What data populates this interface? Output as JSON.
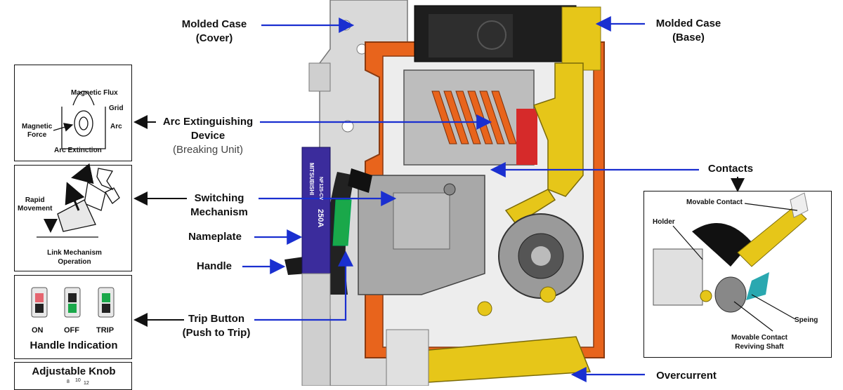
{
  "labels": {
    "molded_case_cover": [
      "Molded Case",
      "(Cover)"
    ],
    "molded_case_base": [
      "Molded Case",
      "(Base)"
    ],
    "arc_device": [
      "Arc Extinguishing",
      "Device",
      "(Breaking Unit)"
    ],
    "contacts": "Contacts",
    "switching": [
      "Switching",
      "Mechanism"
    ],
    "nameplate": "Nameplate",
    "handle": "Handle",
    "trip_button": [
      "Trip Button",
      "(Push to Trip)"
    ],
    "overcurrent": "Overcurrent"
  },
  "arc_inset": {
    "magnetic_flux": "Magnetic Flux",
    "grid": "Grid",
    "magnetic_force": [
      "Magnetic",
      "Force"
    ],
    "arc": "Arc",
    "title": "Arc Extinction"
  },
  "link_inset": {
    "rapid_movement": [
      "Rapid",
      "Movement"
    ],
    "title": [
      "Link Mechanism",
      "Operation"
    ]
  },
  "handle_inset": {
    "states": [
      "ON",
      "OFF",
      "TRIP"
    ],
    "title": "Handle Indication"
  },
  "knob_inset": {
    "title": "Adjustable Knob",
    "scale": [
      "8",
      "10",
      "12"
    ]
  },
  "contact_inset": {
    "movable_contact": "Movable Contact",
    "holder": "Holder",
    "spring": "Speing",
    "shaft": [
      "Movable Contact",
      "Reviving Shaft"
    ]
  },
  "nameplate_text": {
    "brand": "MITSUBISHI",
    "model": "NF125-CV",
    "rating": "250A"
  },
  "colors": {
    "arrow": "#1a2fd0",
    "housing_orange": "#e8641c",
    "metal_yellow": "#e6c619",
    "case_gray": "#c8c8c8",
    "nameplate_blue": "#3b2c9c",
    "handle_green": "#1aa84a"
  }
}
